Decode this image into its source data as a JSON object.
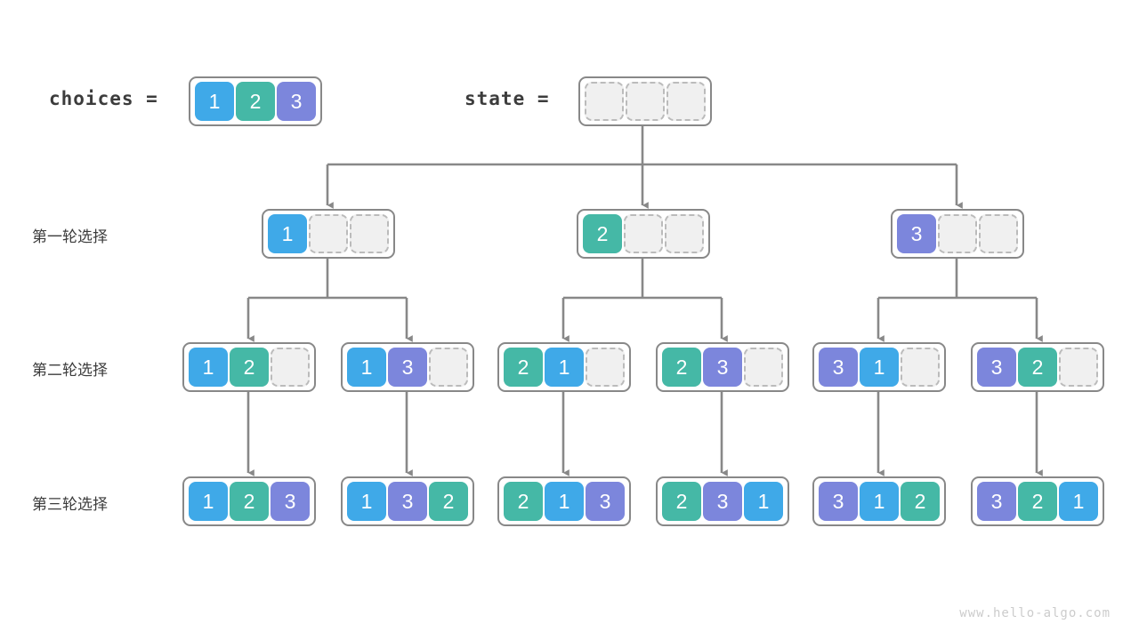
{
  "header": {
    "choices_label": "choices =",
    "choices_values": [
      "1",
      "2",
      "3"
    ],
    "state_label": "state =",
    "state_values": [
      "",
      "",
      ""
    ]
  },
  "row_labels": {
    "round1": "第一轮选择",
    "round2": "第二轮选择",
    "round3": "第三轮选择"
  },
  "levels": [
    {
      "name": "round1",
      "nodes": [
        {
          "cells": [
            "1",
            "",
            ""
          ]
        },
        {
          "cells": [
            "2",
            "",
            ""
          ]
        },
        {
          "cells": [
            "3",
            "",
            ""
          ]
        }
      ]
    },
    {
      "name": "round2",
      "nodes": [
        {
          "cells": [
            "1",
            "2",
            ""
          ]
        },
        {
          "cells": [
            "1",
            "3",
            ""
          ]
        },
        {
          "cells": [
            "2",
            "1",
            ""
          ]
        },
        {
          "cells": [
            "2",
            "3",
            ""
          ]
        },
        {
          "cells": [
            "3",
            "1",
            ""
          ]
        },
        {
          "cells": [
            "3",
            "2",
            ""
          ]
        }
      ]
    },
    {
      "name": "round3",
      "nodes": [
        {
          "cells": [
            "1",
            "2",
            "3"
          ]
        },
        {
          "cells": [
            "1",
            "3",
            "2"
          ]
        },
        {
          "cells": [
            "2",
            "1",
            "3"
          ]
        },
        {
          "cells": [
            "2",
            "3",
            "1"
          ]
        },
        {
          "cells": [
            "3",
            "1",
            "2"
          ]
        },
        {
          "cells": [
            "3",
            "2",
            "1"
          ]
        }
      ]
    }
  ],
  "colors": {
    "value_1": "#3FA9E8",
    "value_2": "#45B8A6",
    "value_3": "#7C86DC",
    "empty_fill": "#f0f0f0",
    "empty_border": "#bbbbbb",
    "node_border": "#888888",
    "connector": "#888888",
    "text": "#3c3c3c",
    "background": "#ffffff"
  },
  "watermark": "www.hello-algo.com"
}
